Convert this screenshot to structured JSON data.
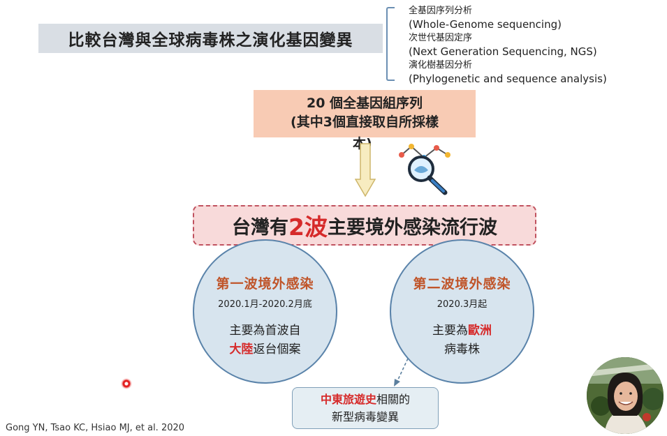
{
  "slide": {
    "title": "比較台灣與全球病毒株之演化基因變異",
    "methods": [
      {
        "zh": "全基因序列分析",
        "en": "(Whole-Genome sequencing)"
      },
      {
        "zh": "次世代基因定序",
        "en": "(Next Generation Sequencing, NGS)"
      },
      {
        "zh": "演化樹基因分析",
        "en": "(Phylogenetic and sequence analysis)"
      }
    ],
    "sequence_box": {
      "line1": "20 個全基因組序列",
      "line2": "(其中3個直接取自所採樣",
      "line3": "本)"
    },
    "main_box": {
      "prefix": "台灣有",
      "highlight": "2波",
      "suffix": "主要境外感染流行波"
    },
    "wave1": {
      "title": "第一波境外感染",
      "date": "2020.1月-2020.2月底",
      "body_line1": "主要為首波自",
      "body_hl": "大陸",
      "body_line2_rest": "返台個案"
    },
    "wave2": {
      "title": "第二波境外感染",
      "date": "2020.3月起",
      "body_line1_prefix": "主要為",
      "body_hl": "歐洲",
      "body_line2": "病毒株"
    },
    "note": {
      "hl": "中東旅遊史",
      "rest": "相關的",
      "line2": "新型病毒變異"
    },
    "citation": "Gong YN, Tsao KC, Hsiao MJ, et al. 2020"
  },
  "icons": [
    "magnifier-network-icon",
    "down-arrow-icon",
    "laser-pointer-icon"
  ],
  "colors": {
    "title_bg": "#d9dee4",
    "seq_bg": "#f8cbb4",
    "main_bg": "#f8dada",
    "main_border": "#c0525f",
    "highlight_red": "#d62a2a",
    "wave_title": "#c0552a",
    "circle_bg": "#d7e4ee",
    "circle_border": "#5a83aa"
  }
}
